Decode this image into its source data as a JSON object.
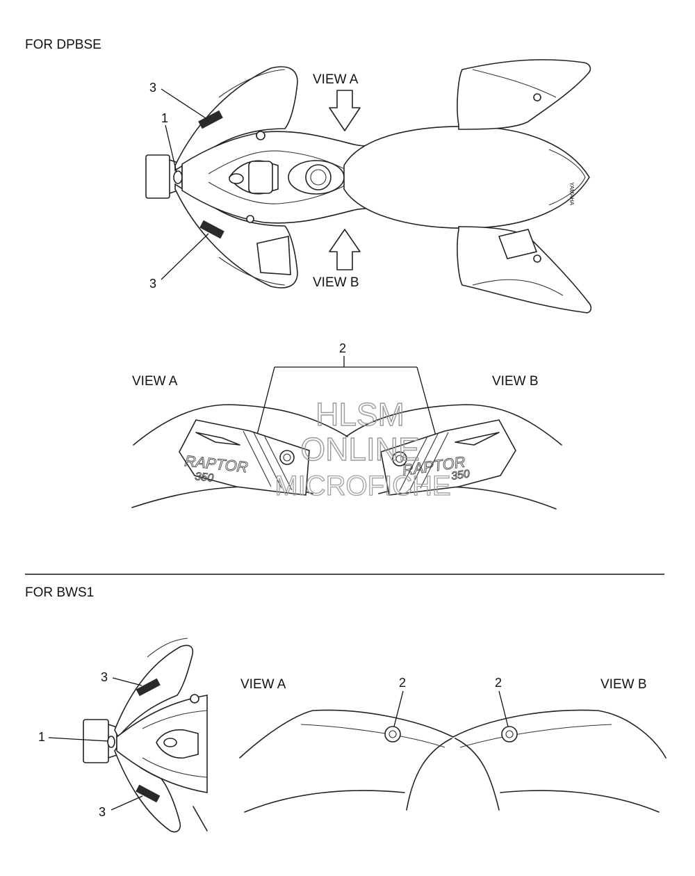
{
  "sections": {
    "dpbse": {
      "header": "FOR  DPBSE",
      "view_a": "VIEW A",
      "view_b": "VIEW B",
      "callouts": {
        "one": "1",
        "two": "2",
        "three_top": "3",
        "three_bottom": "3"
      },
      "detail": {
        "view_a": "VIEW A",
        "view_b": "VIEW B",
        "callout": "2"
      },
      "seat_brand": "YAMAHA",
      "graphic_text_left": "RAPTOR",
      "graphic_num_left": "350",
      "graphic_text_right": "RAPTOR",
      "graphic_num_right": "350"
    },
    "bws1": {
      "header": "FOR BWS1",
      "view_a": "VIEW A",
      "view_b": "VIEW B",
      "callouts": {
        "one": "1",
        "three_top": "3",
        "three_bottom": "3",
        "two_left": "2",
        "two_right": "2"
      }
    }
  },
  "watermark": {
    "line1": "HLSM",
    "line2": "ONLINE",
    "line3": "MICROFICHE"
  }
}
